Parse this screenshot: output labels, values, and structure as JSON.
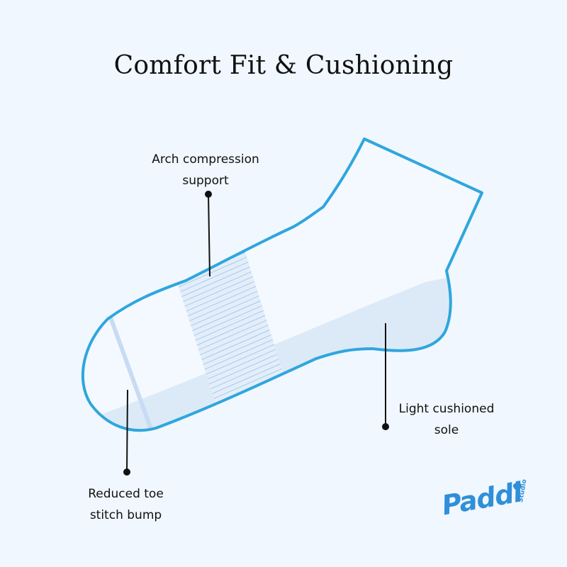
{
  "title": "Comfort Fit & Cushioning",
  "callouts": {
    "arch": {
      "line1": "Arch compression",
      "line2": "support"
    },
    "sole": {
      "line1": "Light cushioned",
      "line2": "sole"
    },
    "toe": {
      "line1": "Reduced toe",
      "line2": "stitch bump"
    }
  },
  "logo": {
    "name": "Paddi",
    "sub": "Studio"
  },
  "colors": {
    "background": "#f0f7fe",
    "sock_outline": "#2fa6dd",
    "sole_fill": "#dceaf8",
    "arch_lines": "#a9c9ea",
    "logo": "#2f8fd8",
    "text": "#111111"
  },
  "icons": {
    "logo_heart": "heart-icon"
  }
}
